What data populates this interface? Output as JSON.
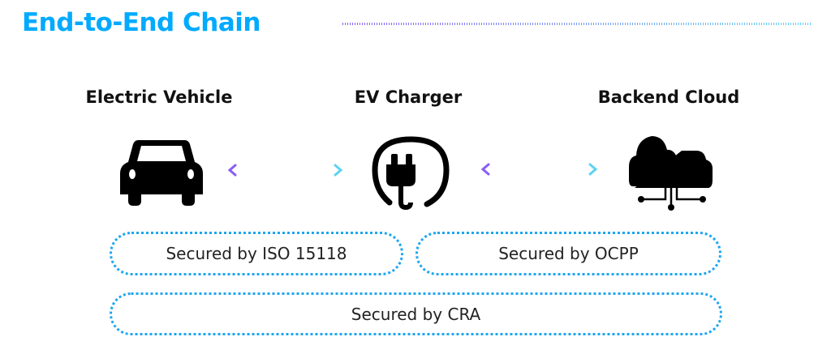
{
  "title": "End-to-End Chain",
  "nodes": [
    {
      "label": "Electric Vehicle",
      "icon": "car-icon"
    },
    {
      "label": "EV Charger",
      "icon": "plug-icon"
    },
    {
      "label": "Backend Cloud",
      "icon": "cloud-icon"
    }
  ],
  "protocols": [
    "Secured by ISO 15118",
    "Secured by OCPP",
    "Secured by CRA"
  ],
  "colors": {
    "title": "#00aaff",
    "arrow_start": "#8b5cf6",
    "arrow_end": "#5ed3f0",
    "pill_border": "#1fa6f0"
  }
}
